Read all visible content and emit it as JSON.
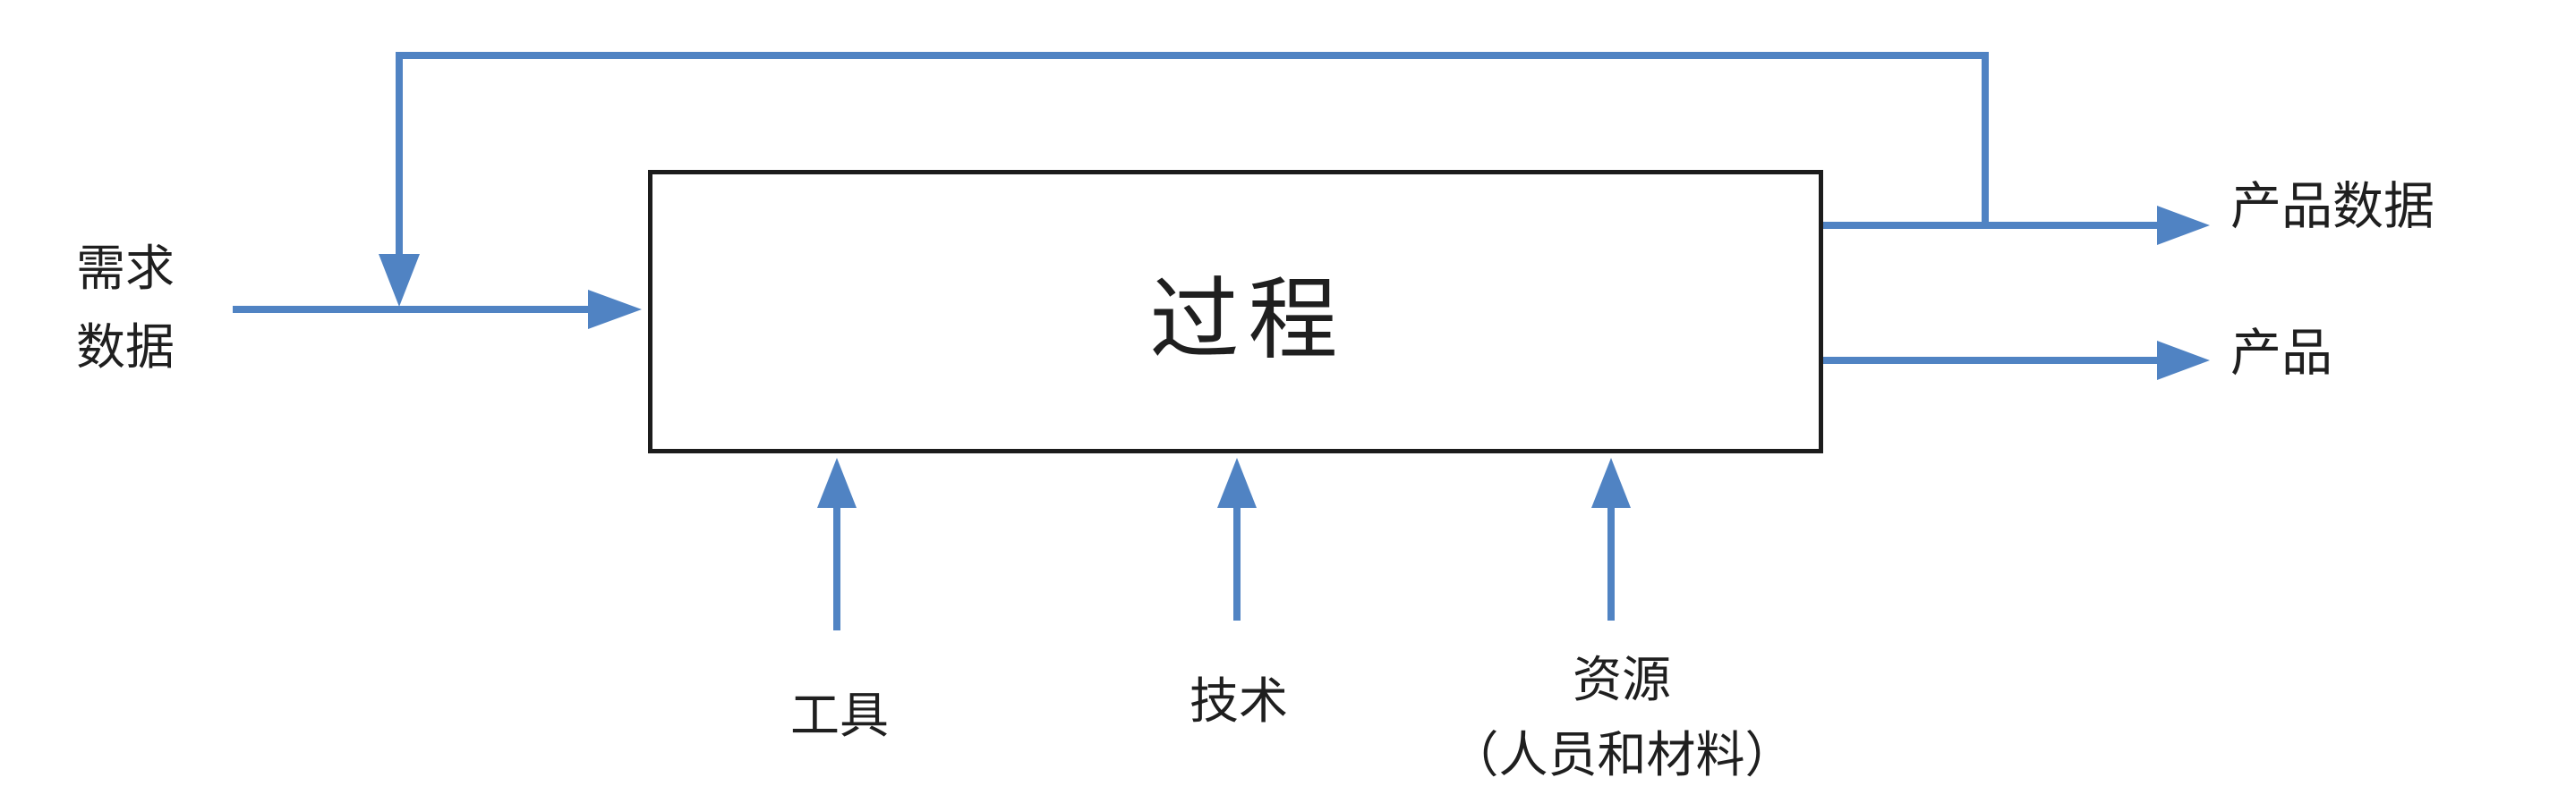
{
  "diagram": {
    "process": {
      "label": "过程"
    },
    "input": {
      "line1": "需求",
      "line2": "数据"
    },
    "outputs": [
      {
        "label": "产品数据"
      },
      {
        "label": "产品"
      }
    ],
    "mechanisms": [
      {
        "label": "工具"
      },
      {
        "label": "技术"
      },
      {
        "label": "资源",
        "sublabel": "（人员和材料）"
      }
    ]
  },
  "colors": {
    "arrow_blue": "#5083c3",
    "box_border": "#1c1c1c",
    "text_black": "#1f1f1f",
    "background": "#ffffff"
  }
}
